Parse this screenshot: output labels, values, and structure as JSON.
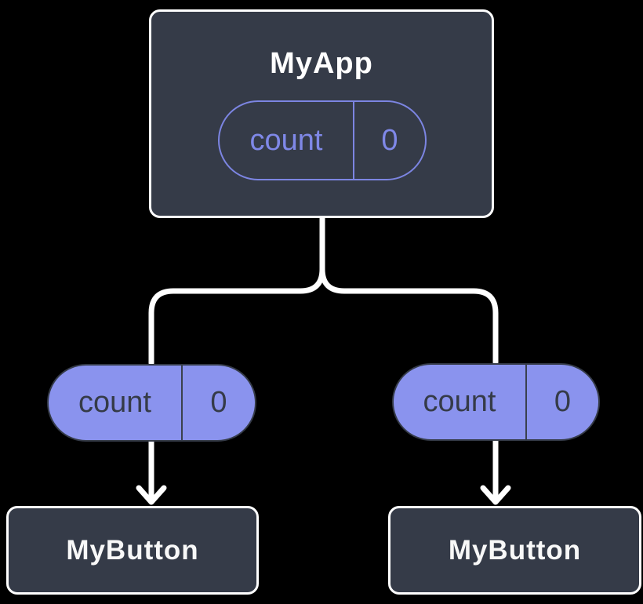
{
  "title": "React component tree sharing state diagram",
  "colors": {
    "background": "#000000",
    "node_fill": "#353b48",
    "node_border": "#ffffff",
    "connector": "#ffffff",
    "pill_fill": "#8a93ee",
    "pill_outline": "#7c85e2",
    "pill_dark_text": "#353b48",
    "title_text": "#ffffff"
  },
  "nodes": {
    "root": {
      "title": "MyApp",
      "state_pill": {
        "label": "count",
        "value": "0"
      }
    },
    "left_prop_pill": {
      "label": "count",
      "value": "0"
    },
    "right_prop_pill": {
      "label": "count",
      "value": "0"
    },
    "left_child": {
      "title": "MyButton"
    },
    "right_child": {
      "title": "MyButton"
    }
  }
}
